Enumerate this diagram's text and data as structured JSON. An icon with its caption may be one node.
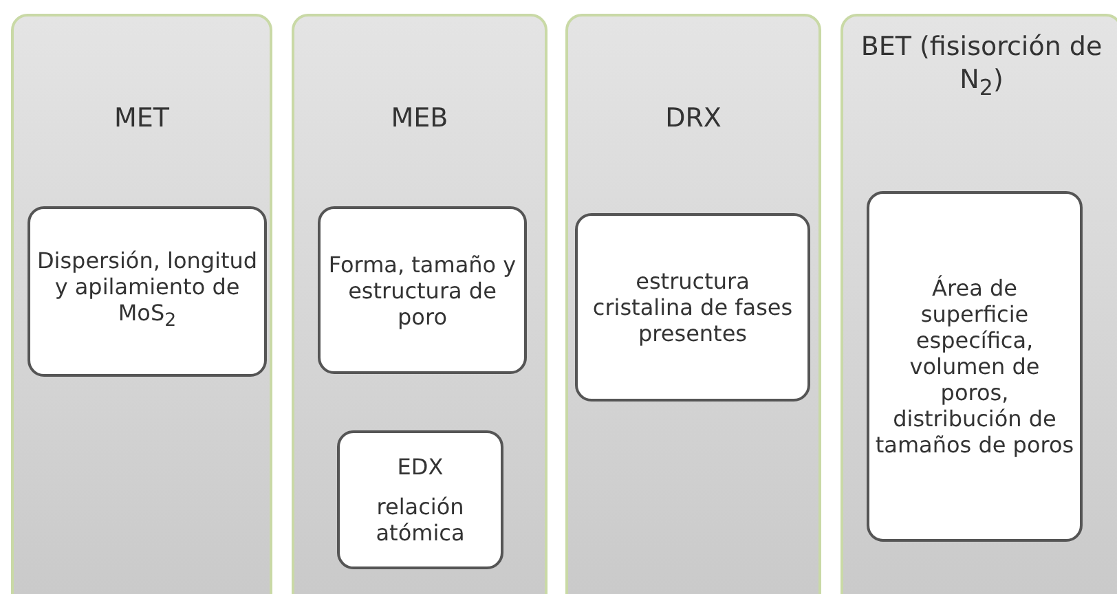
{
  "diagram": {
    "nodes": [
      {
        "text": [
          "MET"
        ]
      },
      {
        "text": [
          "Dispersión, longitud y apilamiento de MoS$_{2}$"
        ],
        "in": 0
      },
      {
        "text": [
          "MEB"
        ]
      },
      {
        "text": [
          "Forma, tamaño y estructura de poro"
        ],
        "in": 2
      },
      {
        "text": [
          "EDX",
          "relación atómica"
        ],
        "in": 2
      },
      {
        "text": [
          "DRX"
        ]
      },
      {
        "text": [
          "estructura cristalina de fases presentes"
        ],
        "in": 5
      },
      {
        "text": [
          "BET (fisisorción de N$_{2}$)"
        ]
      },
      {
        "text": [
          "Área de superficie específica, volumen de poros, distribución de tamaños de poros"
        ],
        "in": 7
      }
    ],
    "edges": []
  }
}
